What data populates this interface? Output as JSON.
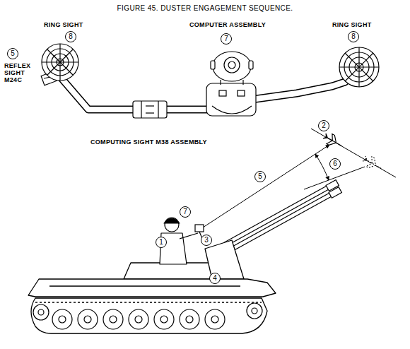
{
  "diagram": {
    "title": "FIGURE 45.  DUSTER ENGAGEMENT SEQUENCE.",
    "nodes": [
      {
        "text": [
          "8"
        ]
      },
      {
        "text": [
          "7"
        ]
      },
      {
        "text": [
          "8"
        ]
      },
      {
        "text": [
          "5"
        ]
      },
      {
        "text": [
          "2"
        ]
      },
      {
        "text": [
          "6"
        ]
      },
      {
        "text": [
          "5"
        ]
      },
      {
        "text": [
          "7"
        ]
      },
      {
        "text": [
          "1"
        ]
      },
      {
        "text": [
          "3"
        ]
      },
      {
        "text": [
          "4"
        ]
      }
    ],
    "labels": [
      "RING SIGHT",
      "COMPUTER ASSEMBLY",
      "RING SIGHT",
      "REFLEX SIGHT M24C",
      "COMPUTING SIGHT M38 ASSEMBLY"
    ]
  }
}
